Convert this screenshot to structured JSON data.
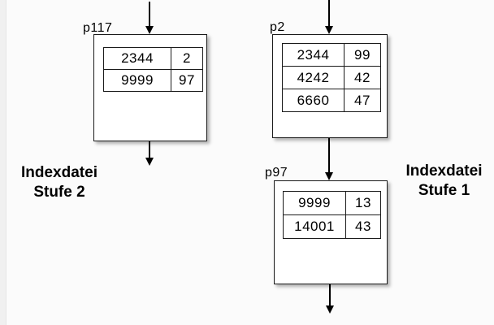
{
  "diagram": {
    "title_context": "multi-level index file diagram",
    "colors": {
      "ink": "#000000",
      "background": "#fbfbfb",
      "left_strip": "#f0f0f0",
      "box_fill": "#ffffff"
    },
    "captions": {
      "left": {
        "line1": "Indexdatei",
        "line2": "Stufe 2"
      },
      "right": {
        "line1": "Indexdatei",
        "line2": "Stufe 1"
      }
    },
    "nodes": {
      "p117": {
        "label": "p117",
        "rows": [
          [
            "2344",
            "2"
          ],
          [
            "9999",
            "97"
          ]
        ]
      },
      "p2": {
        "label": "p2",
        "rows": [
          [
            "2344",
            "99"
          ],
          [
            "4242",
            "42"
          ],
          [
            "6660",
            "47"
          ]
        ]
      },
      "p97": {
        "label": "p97",
        "rows": [
          [
            "9999",
            "13"
          ],
          [
            "14001",
            "43"
          ]
        ]
      }
    },
    "arrows": [
      {
        "name": "arrow-into-p117"
      },
      {
        "name": "arrow-out-p117"
      },
      {
        "name": "arrow-into-p2"
      },
      {
        "name": "arrow-p2-to-p97"
      },
      {
        "name": "arrow-out-p97"
      }
    ]
  }
}
